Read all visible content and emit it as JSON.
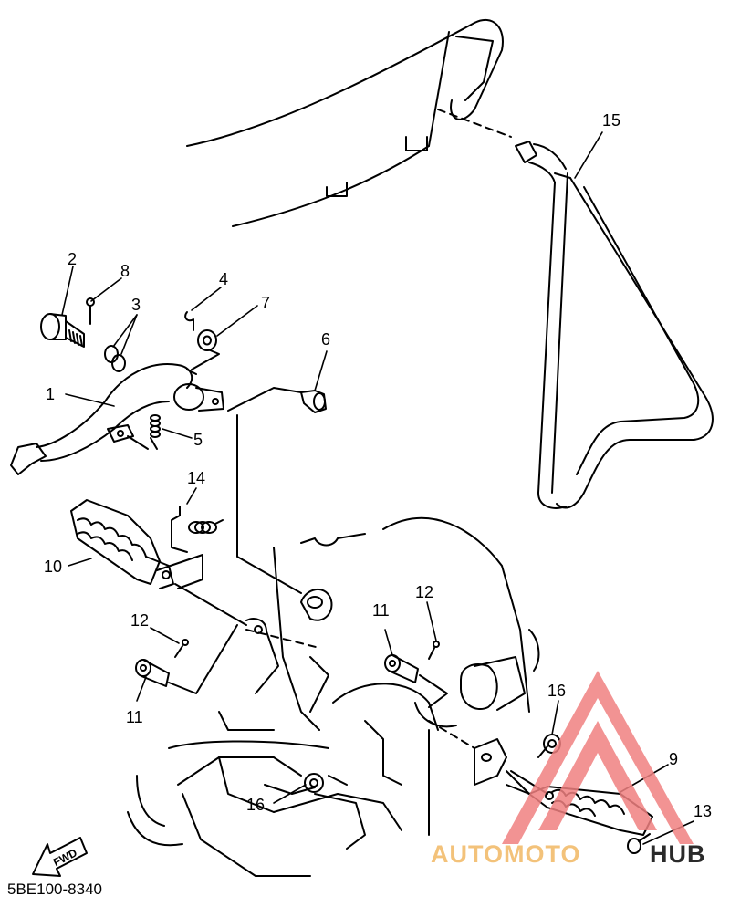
{
  "diagram": {
    "callouts": {
      "c1": "1",
      "c2": "2",
      "c3": "3",
      "c4": "4",
      "c5": "5",
      "c6": "6",
      "c7": "7",
      "c8": "8",
      "c9": "9",
      "c10": "10",
      "c11a": "11",
      "c11b": "11",
      "c12a": "12",
      "c12b": "12",
      "c13": "13",
      "c14": "14",
      "c15": "15",
      "c16a": "16",
      "c16b": "16"
    },
    "fwd_label": "FWD",
    "reference_code": "5BE100-8340"
  },
  "watermark": {
    "text_a": "AUTOMOTO",
    "text_b": "HUB",
    "color_a": "#f3c27a",
    "color_b": "#2a2a2a",
    "triangle_color": "#f08080"
  },
  "colors": {
    "line": "#000000",
    "background": "#ffffff"
  }
}
